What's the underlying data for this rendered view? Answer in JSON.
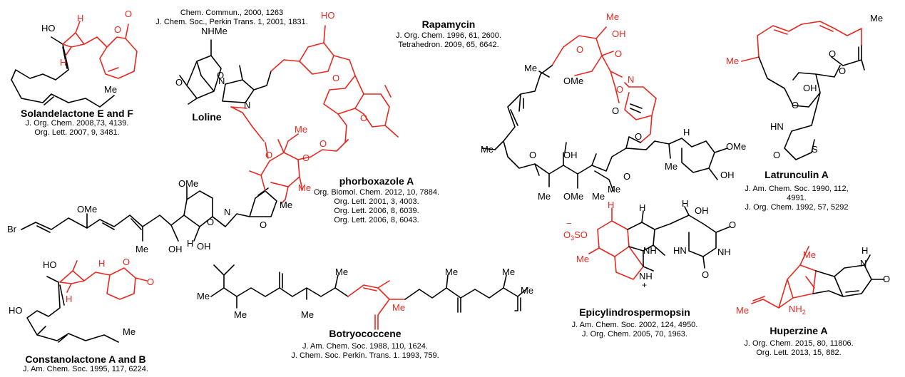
{
  "compounds": [
    {
      "name": "Solandelactone E and F",
      "refs": [
        "J. Org. Chem. 2008,73, 4139.",
        "Org. Lett. 2007, 9, 3481."
      ]
    },
    {
      "name": "Loline",
      "refs": [
        "Chem. Commun., 2000, 1263",
        "J. Chem. Soc., Perkin Trans. 1, 2001, 1831."
      ]
    },
    {
      "name": "phorboxazole A",
      "refs": [
        "Org. Biomol. Chem. 2012, 10, 7884.",
        "Org. Lett. 2001, 3, 4003.",
        "Org. Lett. 2006, 8, 6039.",
        "Org. Lett. 2006, 8, 6043."
      ]
    },
    {
      "name": "Rapamycin",
      "refs": [
        "J. Org. Chem. 1996, 61, 2600.",
        "Tetrahedron. 2009, 65, 6642."
      ]
    },
    {
      "name": "Latrunculin A",
      "refs": [
        "J. Am. Chem. Soc. 1990, 112,",
        "4991.",
        "J. Org. Chem. 1992, 57, 5292"
      ]
    },
    {
      "name": "Constanolactone A and B",
      "refs": [
        "J. Am. Chem. Soc. 1995, 117, 6224."
      ]
    },
    {
      "name": "Botryococcene",
      "refs": [
        "J. Am. Chem. Soc. 1988, 110, 1624.",
        "J. Chem. Soc. Perkin. Trans. 1. 1993, 759."
      ]
    },
    {
      "name": "Epicylindrospermopsin",
      "refs": [
        "J. Am. Chem. Soc. 2002, 124, 4950.",
        "J. Org. Chem. 2005, 70, 1963."
      ]
    },
    {
      "name": "Huperzine A",
      "refs": [
        "J. Org. Chem. 2015, 80, 11806.",
        "Org. Lett. 2013, 15, 882."
      ]
    }
  ],
  "atom_labels": {
    "HO": "HO",
    "OH": "OH",
    "O": "O",
    "N": "N",
    "H": "H",
    "NH": "NH",
    "HN": "HN",
    "Me": "Me",
    "OMe": "OMe",
    "NHMe": "NHMe",
    "Br": "Br",
    "S": "S",
    "NH2": "NH",
    "sub2": "2",
    "O3SO": "O",
    "O3SO_sub": "3",
    "O3SO_rest": "SO",
    "minus": "−",
    "plus": "+"
  },
  "colors": {
    "highlight": "#e8281f",
    "structure": "#000000",
    "background": "#ffffff"
  }
}
